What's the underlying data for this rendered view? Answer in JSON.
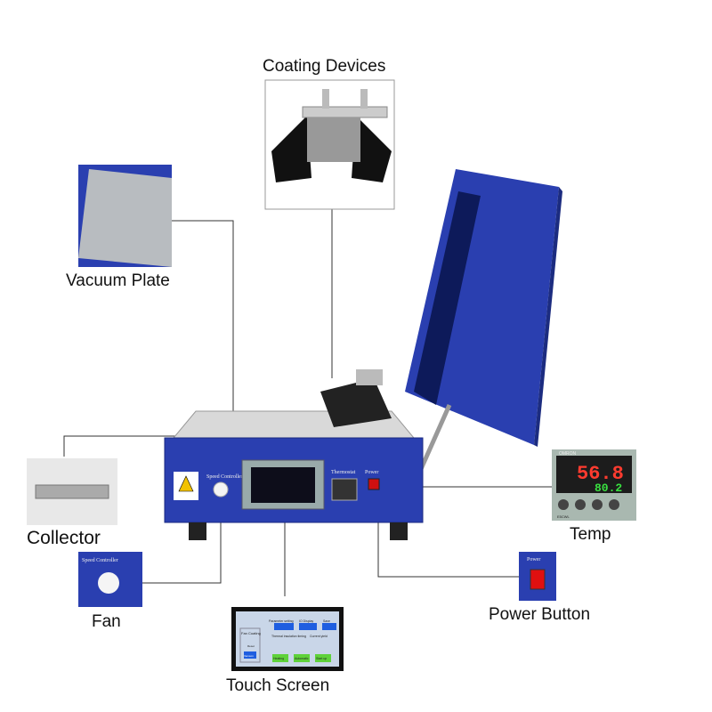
{
  "labels": {
    "coating_devices": "Coating Devices",
    "vacuum_plate": "Vacuum Plate",
    "collector": "Collector",
    "fan": "Fan",
    "touch_screen": "Touch Screen",
    "power_button": "Power Button",
    "temp": "Temp"
  },
  "panel": {
    "speed_controller": "Speed Controller",
    "thermostat": "Thermostat",
    "power": "Power"
  },
  "temp_display": {
    "brand": "OMRON",
    "pv": "56.8",
    "sv": "80.2",
    "model": "E5CWL"
  },
  "touch_screen": {
    "fan_coating": "Fan Coating",
    "parameter_setting": "Parameter setting",
    "io_display": "IO Display",
    "save": "Save",
    "thermal_insulation_timing": "Thermal insulation timing",
    "current_yield": "Current yield",
    "reset": "Reset",
    "vacuum": "Vacuum",
    "heating": "Heating",
    "automatic": "Automatic",
    "start_up": "Start up"
  },
  "colors": {
    "machine_blue": "#2a3fb0",
    "line": "#333333",
    "display_red": "#ff3b2f",
    "display_green": "#39e040"
  }
}
